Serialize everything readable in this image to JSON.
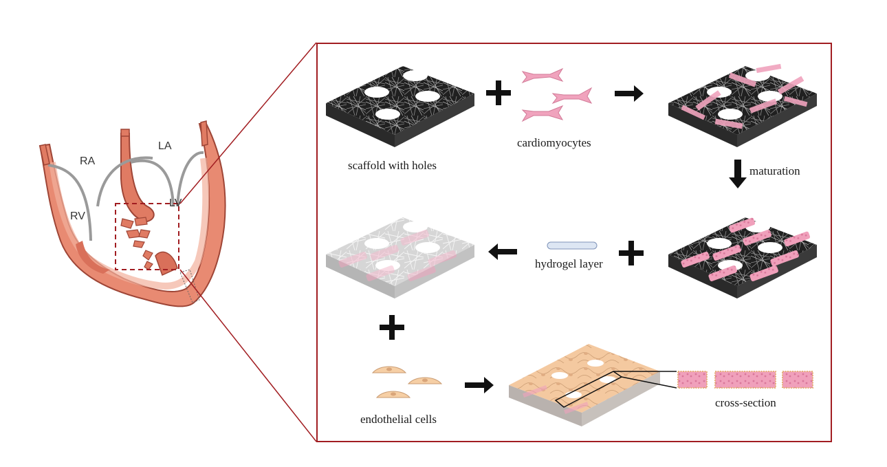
{
  "heart": {
    "chambers": {
      "ra": "RA",
      "la": "LA",
      "rv": "RV",
      "lv": "LV"
    }
  },
  "labels": {
    "scaffold": "scaffold with holes",
    "cardiomyocytes": "cardiomyocytes",
    "maturation": "maturation",
    "hydrogel": "hydrogel layer",
    "endothelial": "endothelial cells",
    "cross_section": "cross-section"
  },
  "colors": {
    "frame": "#a11d21",
    "heart_tissue": "#e3846d",
    "heart_outline": "#b04a3a",
    "cardiomyocyte": "#f0a3bd",
    "endothelial": "#f6cfa5",
    "scaffold": "#1e1e1e",
    "hydrogel": "#dde6f3"
  }
}
